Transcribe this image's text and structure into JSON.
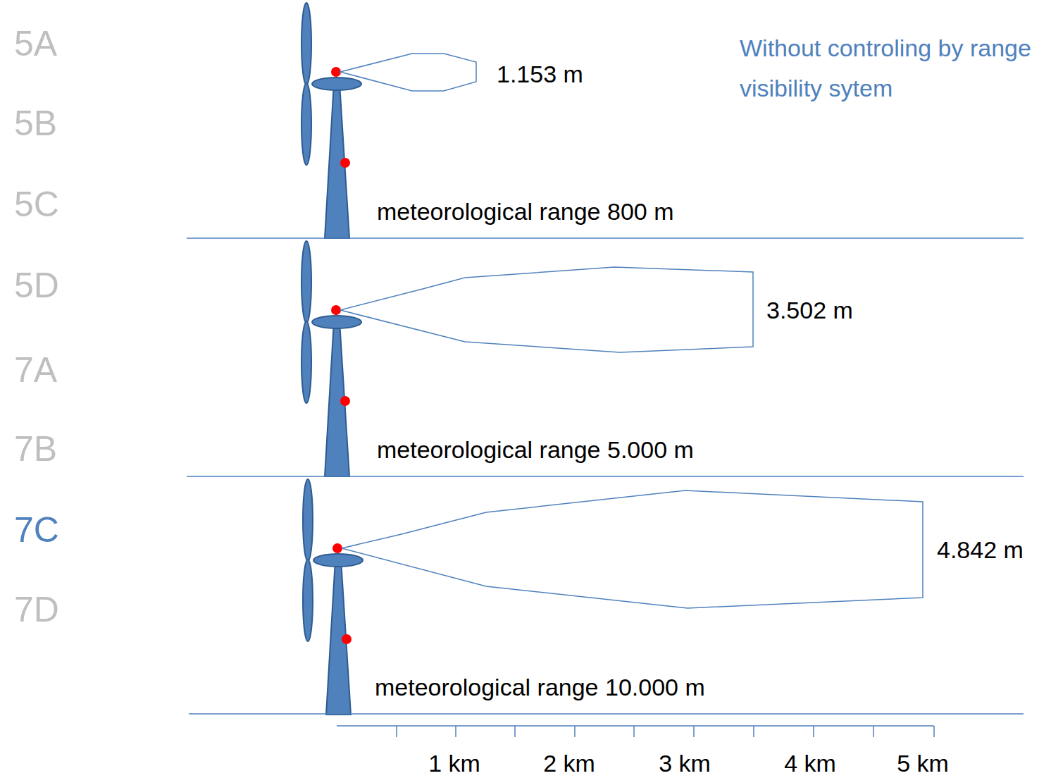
{
  "diagram": {
    "labels": [
      "5A",
      "5B",
      "5C",
      "5D",
      "7A",
      "7B",
      "7C",
      "7D",
      "1.153 m",
      "Without controling by range visibility sytem",
      "meteorological range 800 m",
      "3.502 m",
      "meteorological range 5.000 m",
      "4.842 m",
      "meteorological range 10.000 m",
      "1 km",
      "2 km",
      "3 km",
      "4 km",
      "5 km"
    ]
  }
}
